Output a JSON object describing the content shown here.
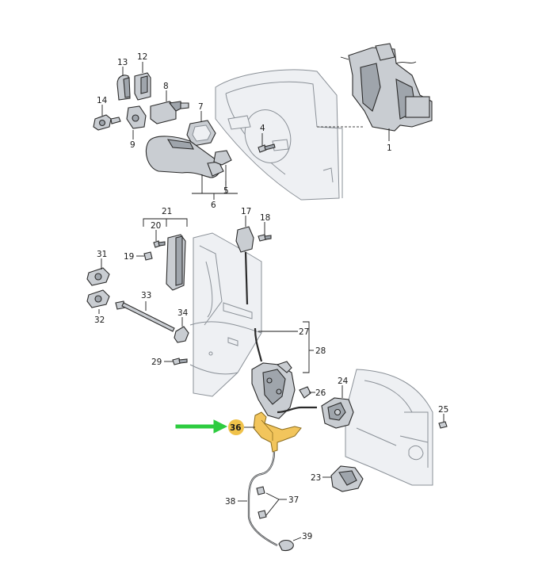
{
  "labels": {
    "p1": "1",
    "p4": "4",
    "p5": "5",
    "p6": "6",
    "p7": "7",
    "p8": "8",
    "p9": "9",
    "p12": "12",
    "p13": "13",
    "p14": "14",
    "p17": "17",
    "p18": "18",
    "p19": "19",
    "p20": "20",
    "p21": "21",
    "p23": "23",
    "p24": "24",
    "p25": "25",
    "p26": "26",
    "p27": "27",
    "p28": "28",
    "p29": "29",
    "p31": "31",
    "p32": "32",
    "p33": "33",
    "p34": "34",
    "p36": "36",
    "p37": "37",
    "p38": "38",
    "p39": "39"
  },
  "highlight": {
    "part": "36",
    "badge_color": "#f0c24a",
    "arrow_color": "#2ecc40",
    "part_color": "#f2c55c"
  }
}
